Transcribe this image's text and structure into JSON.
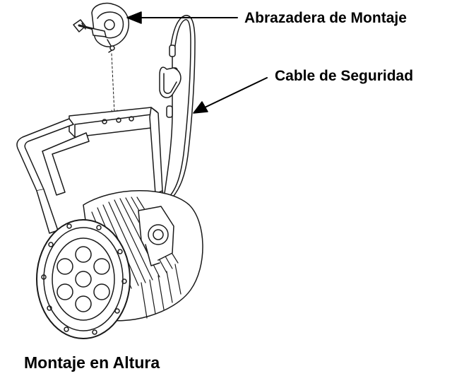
{
  "labels": {
    "clamp": "Abrazadera de Montaje",
    "safety_cable": "Cable de Seguridad",
    "caption": "Montaje en Altura"
  },
  "colors": {
    "line": "#1a1a1a",
    "fill": "#ffffff",
    "text": "#000000"
  }
}
